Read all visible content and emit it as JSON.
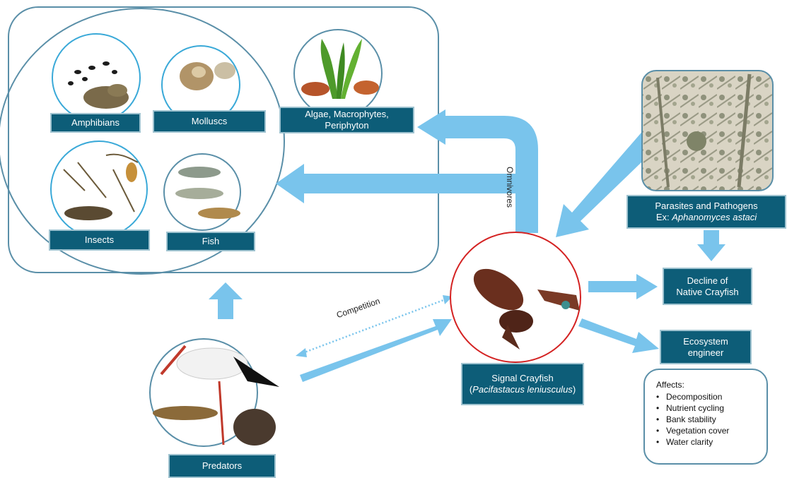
{
  "nodes": {
    "amphibians": "Amphibians",
    "molluscs": "Molluscs",
    "algae_line1": "Algae, Macrophytes,",
    "algae_line2": "Periphyton",
    "insects": "Insects",
    "fish": "Fish",
    "parasites_line1": "Parasites and Pathogens",
    "parasites_prefix": "Ex: ",
    "parasites_example": "Aphanomyces astaci",
    "decline_line1": "Decline of",
    "decline_line2": "Native Crayfish",
    "engineer_line1": "Ecosystem",
    "engineer_line2": "engineer",
    "signal_line1": "Signal Crayfish",
    "signal_open": "(",
    "signal_species": "Pacifastacus leniusculus",
    "signal_close": ")",
    "predators": "Predators"
  },
  "edges": {
    "omnivores": "Omnivores",
    "competition": "Competition"
  },
  "affects": {
    "title": "Affects:",
    "items": [
      "Decomposition",
      "Nutrient cycling",
      "Bank stability",
      "Vegetation cover",
      "Water clarity"
    ]
  },
  "colors": {
    "arrow": "#79c4ec",
    "label_fill": "#0d5d78",
    "frame": "#5a8fa8",
    "crayfish_ring": "#d42222",
    "circle_ring": "#3aa9d8"
  }
}
